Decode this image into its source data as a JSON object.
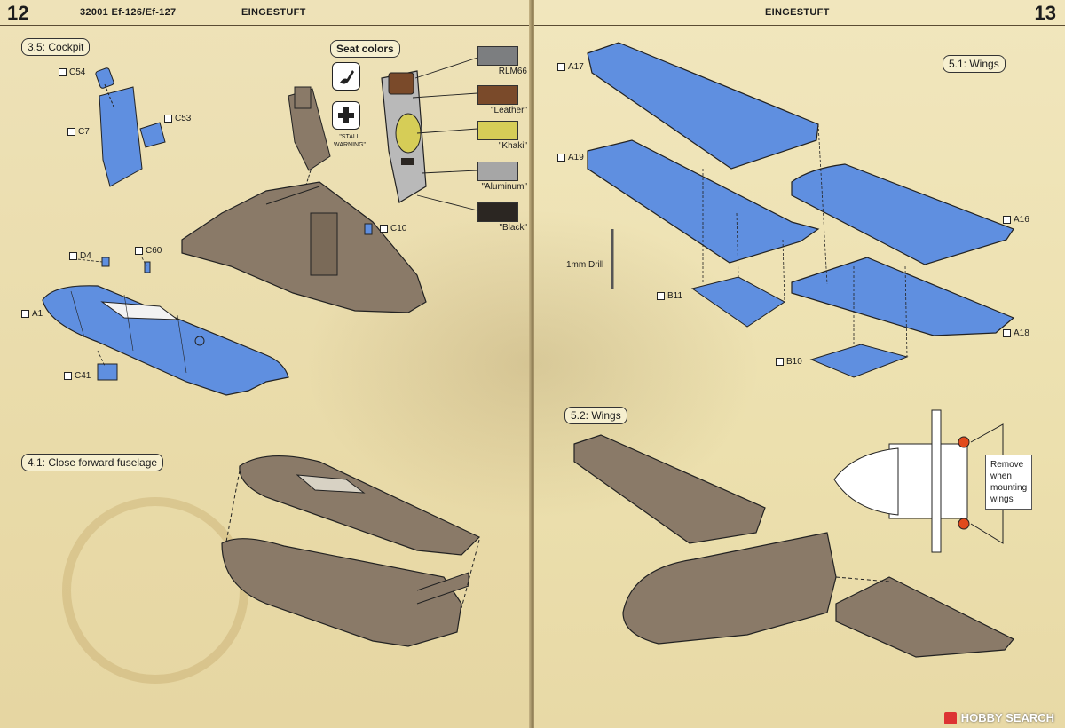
{
  "left_page": {
    "page_number": "12",
    "header_code": "32001 Ef-126/Ef-127",
    "header_title": "EINGESTUFT",
    "steps": {
      "cockpit": "3.5: Cockpit",
      "close_fuselage": "4.1: Close forward fuselage"
    },
    "seat_colors": {
      "title": "Seat colors",
      "warning_label": "\"STALL WARNING\"",
      "colors": [
        {
          "name": "RLM66",
          "hex": "#7c7e80"
        },
        {
          "name": "\"Leather\"",
          "hex": "#7a4a2a"
        },
        {
          "name": "\"Khaki\"",
          "hex": "#d6cd57"
        },
        {
          "name": "\"Aluminum\"",
          "hex": "#a6a6a6"
        },
        {
          "name": "\"Black\"",
          "hex": "#2b2622"
        }
      ],
      "icons": [
        "brush-icon",
        "plus-icon"
      ]
    },
    "parts": {
      "c54": "C54",
      "c7": "C7",
      "c53": "C53",
      "c10": "C10",
      "d4": "D4",
      "c60": "C60",
      "a1": "A1",
      "c41": "C41"
    }
  },
  "right_page": {
    "page_number": "13",
    "header_title": "EINGESTUFT",
    "steps": {
      "wings_1": "5.1: Wings",
      "wings_2": "5.2: Wings"
    },
    "parts": {
      "a17": "A17",
      "a19": "A19",
      "a16": "A16",
      "a18": "A18",
      "b11": "B11",
      "b10": "B10"
    },
    "drill_label": "1mm Drill",
    "remove_note": [
      "Remove",
      "when",
      "mounting",
      "wings"
    ],
    "watermark": "HOBBY SEARCH"
  },
  "colors": {
    "part_blue": "#5f8fe0",
    "assembled_grey": "#8a7a68",
    "paper": "#ece0ae"
  }
}
